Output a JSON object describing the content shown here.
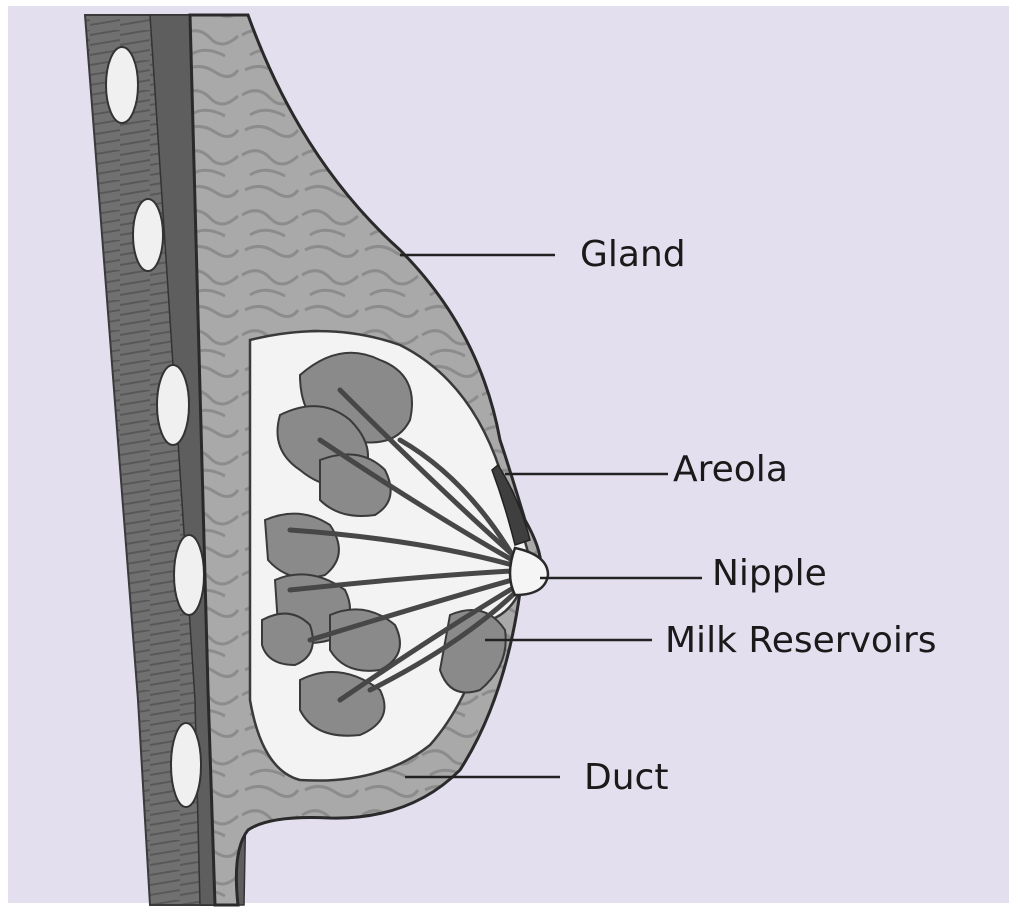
{
  "labels": {
    "gland": "Gland",
    "areola": "Areola",
    "nipple": "Nipple",
    "milk_reservoirs": "Milk Reservoirs",
    "duct": "Duct"
  },
  "colors": {
    "background": "#e3dfee",
    "muscle": "#6f6f6f",
    "fat": "#a8a8a8",
    "gland_tissue": "#8a8a8a",
    "lining": "#f4f4f4",
    "duct": "#4a4a4a",
    "leader_line": "#222222"
  }
}
